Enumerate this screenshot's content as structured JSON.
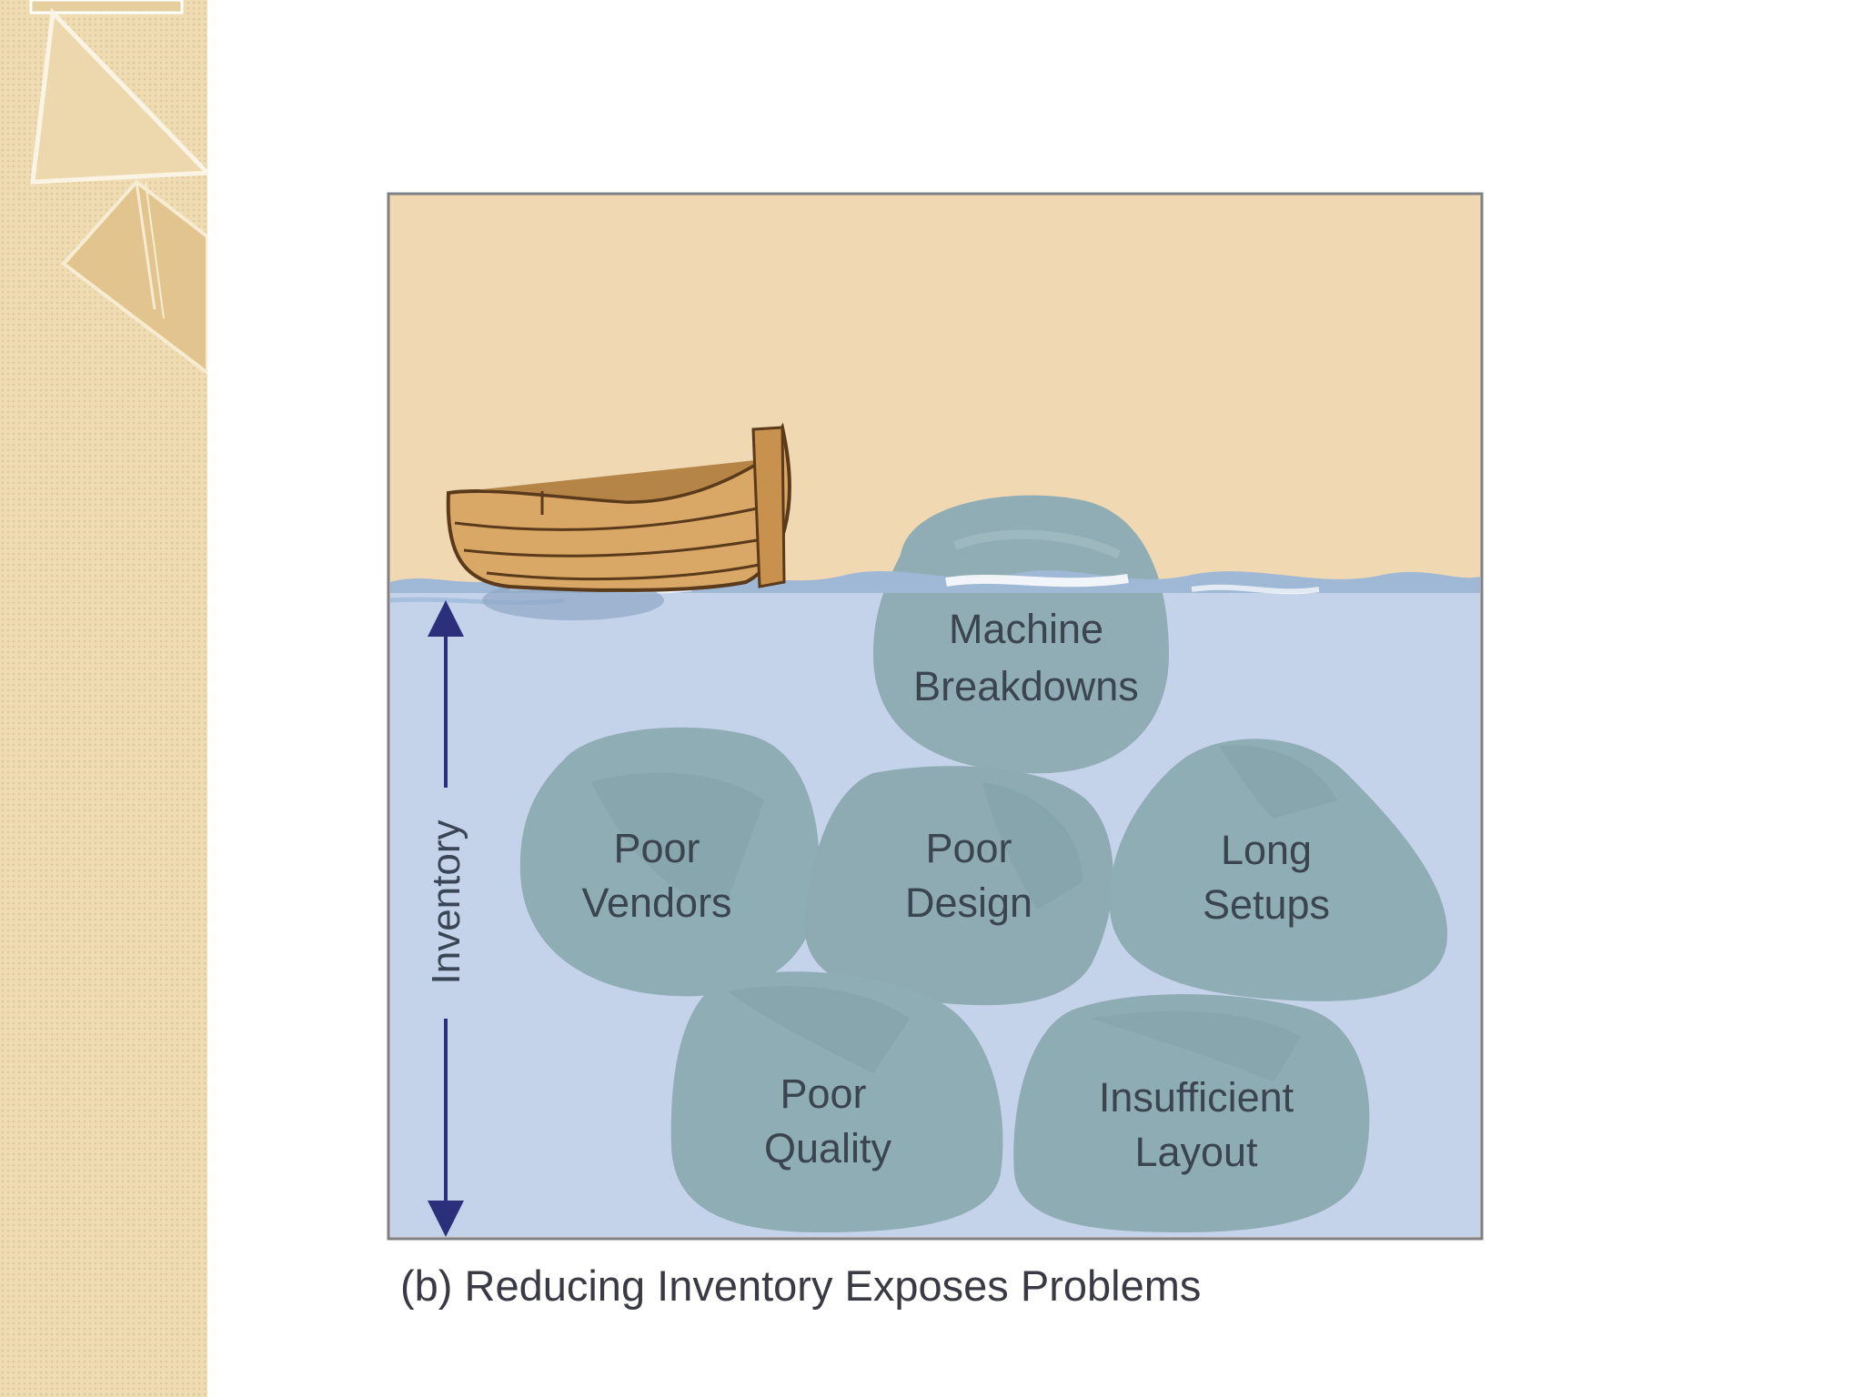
{
  "diagram": {
    "axis_label": "Inventory",
    "stones": [
      {
        "id": "machine-breakdowns",
        "lines": [
          "Machine",
          "Breakdowns"
        ]
      },
      {
        "id": "poor-vendors",
        "lines": [
          "Poor",
          "Vendors"
        ]
      },
      {
        "id": "poor-design",
        "lines": [
          "Poor",
          "Design"
        ]
      },
      {
        "id": "long-setups",
        "lines": [
          "Long",
          "Setups"
        ]
      },
      {
        "id": "poor-quality",
        "lines": [
          "Poor",
          "Quality"
        ]
      },
      {
        "id": "insufficient-layout",
        "lines": [
          "Insufficient",
          "Layout"
        ]
      }
    ],
    "caption": "(b) Reducing Inventory Exposes Problems"
  },
  "colors": {
    "sky": "#f0d8b2",
    "water": "#c5d3ea",
    "stone": "#8fadb5",
    "arrow": "#2c2f7a",
    "boat": "#d9a766",
    "side_band": "#efdcb3"
  }
}
